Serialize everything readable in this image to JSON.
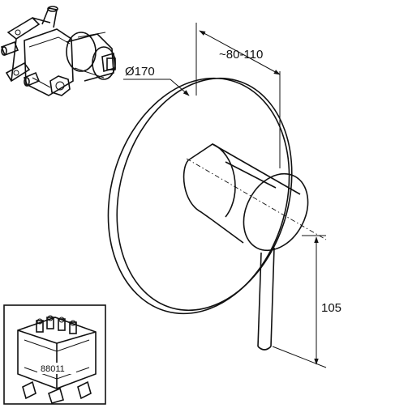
{
  "dimensions": {
    "diameter": "Ø170",
    "projection": "~80-110",
    "height": "105"
  },
  "inset": {
    "part_number": "88011"
  }
}
